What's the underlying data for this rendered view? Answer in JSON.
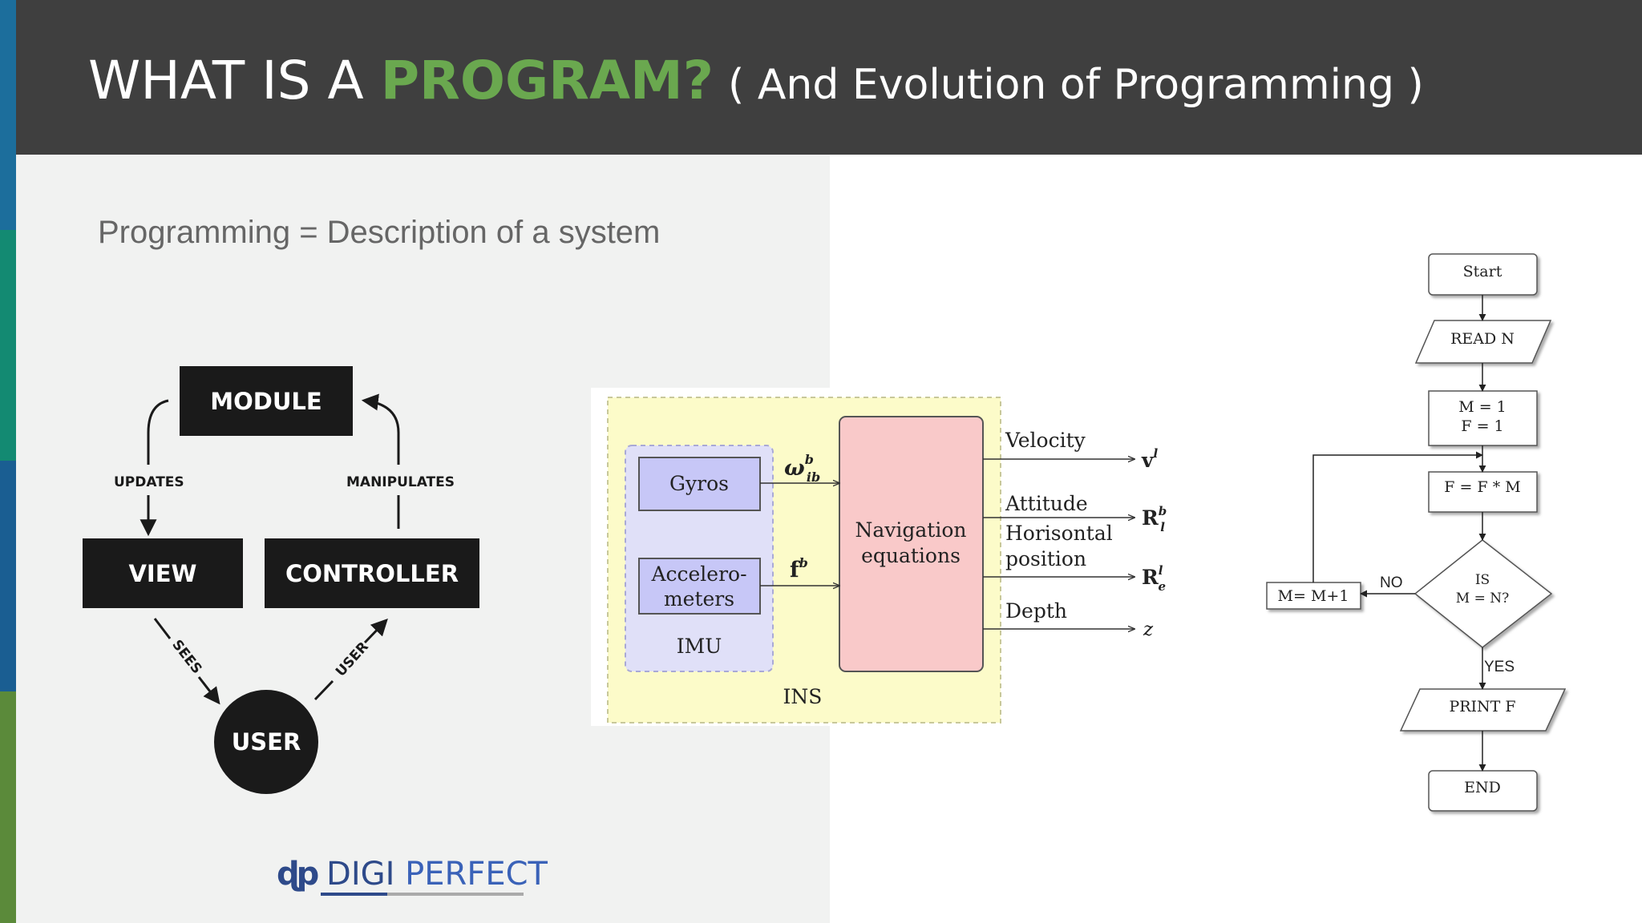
{
  "header": {
    "title_part1": "WHAT IS A ",
    "title_part2": "PROGRAM?",
    "title_part3": "( And Evolution of Programming )"
  },
  "subtitle": "Programming = Description of a system",
  "mvc": {
    "module": "MODULE",
    "view": "VIEW",
    "controller": "CONTROLLER",
    "user": "USER",
    "updates": "UPDATES",
    "manipulates": "MANIPULATES",
    "sees": "SEES",
    "user_edge": "USER"
  },
  "ins": {
    "gyros": "Gyros",
    "accel_line1": "Accelero-",
    "accel_line2": "meters",
    "imu": "IMU",
    "ins": "INS",
    "nav_line1": "Navigation",
    "nav_line2": "equations",
    "omega": "ω",
    "omega_sup": "b",
    "omega_sub": "ib",
    "f": "f",
    "f_sup": "b",
    "velocity": "Velocity",
    "attitude": "Attitude",
    "horisontal": "Horisontal",
    "position": "position",
    "depth": "Depth",
    "out_v": "v",
    "out_v_sup": "l",
    "out_R1": "R",
    "out_R1_sup": "b",
    "out_R1_sub": "l",
    "out_R2": "R",
    "out_R2_sup": "l",
    "out_R2_sub": "e",
    "out_z": "z"
  },
  "flowchart": {
    "start": "Start",
    "read": "READ N",
    "init_line1": "M = 1",
    "init_line2": "F = 1",
    "calc": "F = F * M",
    "dec_line1": "IS",
    "dec_line2": "M = N?",
    "no": "NO",
    "yes": "YES",
    "inc": "M= M+1",
    "print": "PRINT F",
    "end": "END"
  },
  "logo": {
    "digi": "DIGI",
    "perfect": "PERFECT"
  },
  "colors": {
    "header_bg": "#3f3f3f",
    "accent_green": "#6aa84f",
    "left_panel_bg": "#f1f2f1",
    "stripe": [
      "#1c6e9c",
      "#138a72",
      "#1a5e92",
      "#5b8a3a"
    ],
    "ins_bg": "#fcfbc9",
    "imu_bg": "#e0e0f8",
    "sensor_fill": "#c7c7f7",
    "nav_fill": "#f9c9c9"
  }
}
